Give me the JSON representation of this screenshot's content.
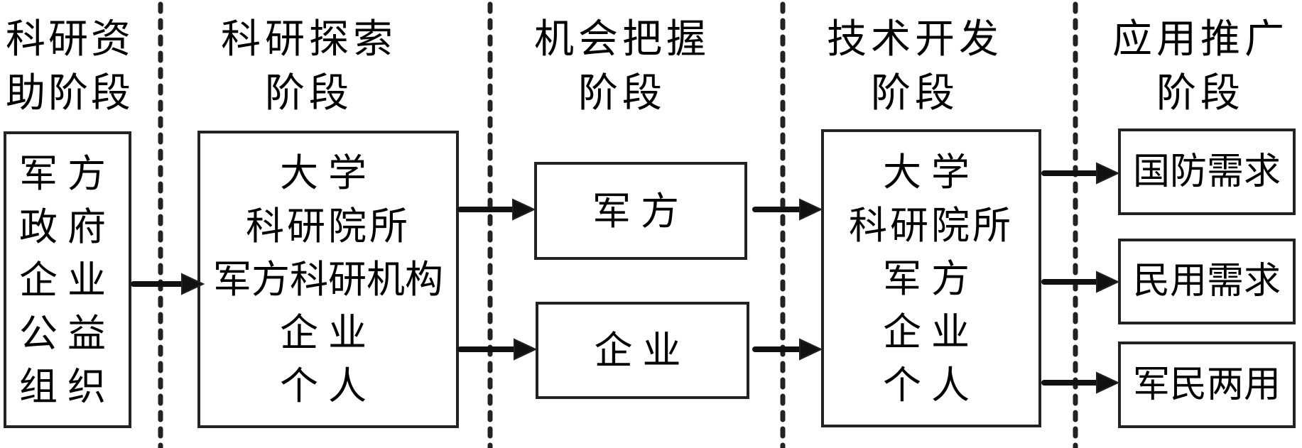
{
  "stages": [
    {
      "id": "funding",
      "title_lines": [
        "科研资",
        "助阶段"
      ]
    },
    {
      "id": "exploration",
      "title_lines": [
        "科研探索",
        "阶段"
      ]
    },
    {
      "id": "opportunity",
      "title_lines": [
        "机会把握",
        "阶段"
      ]
    },
    {
      "id": "development",
      "title_lines": [
        "技术开发",
        "阶段"
      ]
    },
    {
      "id": "application",
      "title_lines": [
        "应用推广",
        "阶段"
      ]
    }
  ],
  "boxes": {
    "funders": {
      "lines": [
        "军方",
        "政府",
        "企业",
        "公益",
        "组织"
      ]
    },
    "explorers": {
      "lines": [
        "大学",
        "科研院所",
        "军方科研机构",
        "企业",
        "个人"
      ]
    },
    "military": {
      "lines": [
        "军方"
      ]
    },
    "enterprise": {
      "lines": [
        "企业"
      ]
    },
    "developers": {
      "lines": [
        "大学",
        "科研院所",
        "军方",
        "企业",
        "个人"
      ]
    },
    "defense_demand": {
      "lines": [
        "国防需求"
      ]
    },
    "civil_demand": {
      "lines": [
        "民用需求"
      ]
    },
    "dual_use": {
      "lines": [
        "军民两用"
      ]
    }
  },
  "arrows": [
    {
      "from": "funders",
      "to": "explorers"
    },
    {
      "from": "explorers",
      "to": "military"
    },
    {
      "from": "explorers",
      "to": "enterprise"
    },
    {
      "from": "military",
      "to": "developers"
    },
    {
      "from": "enterprise",
      "to": "developers"
    },
    {
      "from": "developers",
      "to": "defense_demand"
    },
    {
      "from": "developers",
      "to": "civil_demand"
    },
    {
      "from": "developers",
      "to": "dual_use"
    }
  ],
  "colors": {
    "stroke": "#222222",
    "text": "#000000",
    "background": "#ffffff"
  }
}
